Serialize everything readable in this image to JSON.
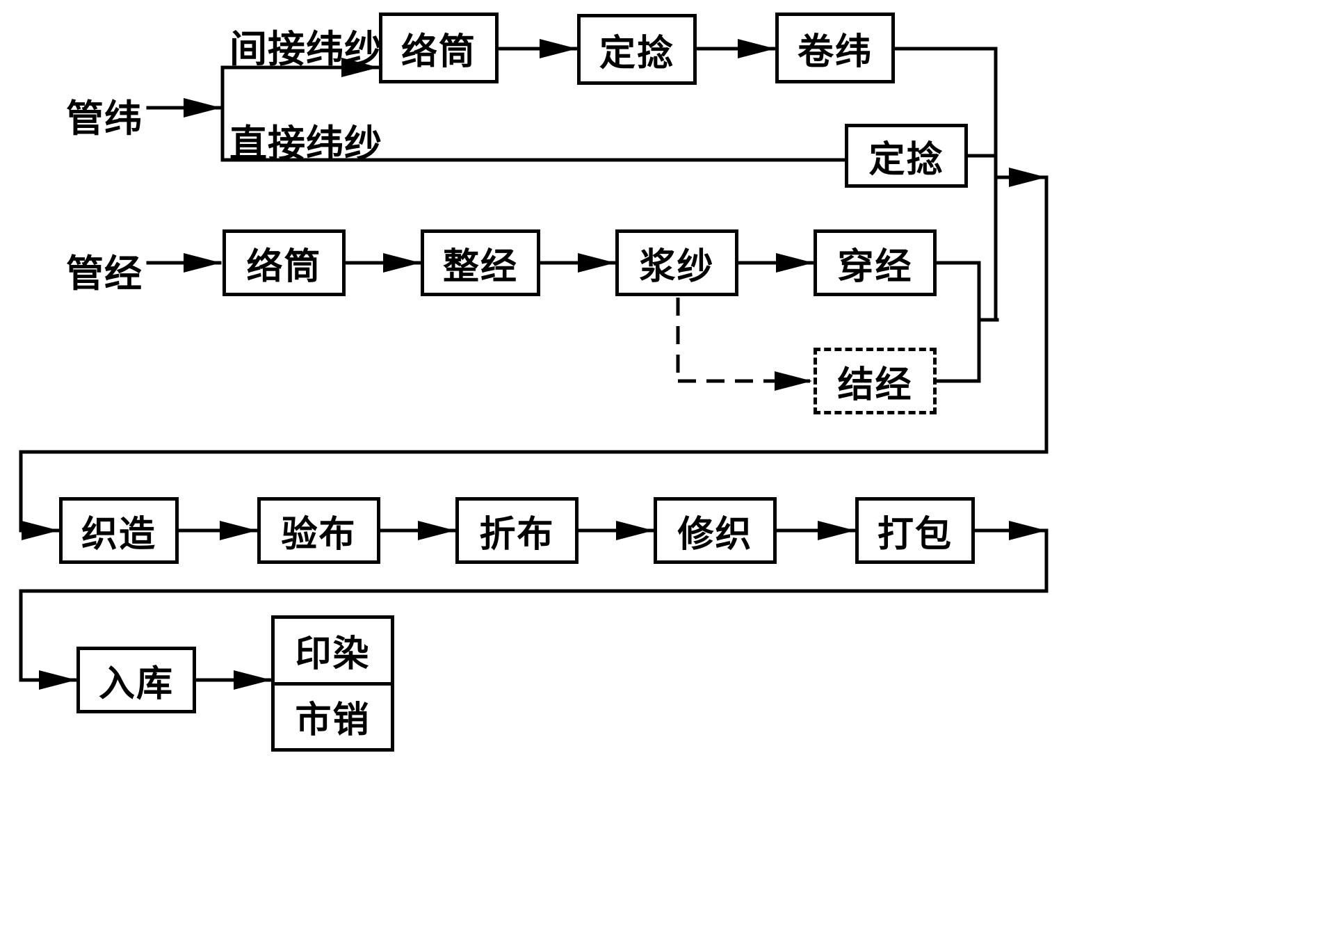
{
  "labels": {
    "tube_weft": "管纬",
    "tube_warp": "管经",
    "indirect_weft_yarn": "间接纬纱",
    "direct_weft_yarn": "直接纬纱"
  },
  "boxes": {
    "weft_winding": "络筒",
    "weft_twisting": "定捻",
    "weft_rewinding": "卷纬",
    "direct_twisting": "定捻",
    "warp_winding": "络筒",
    "warping": "整经",
    "sizing": "浆纱",
    "drawing_in": "穿经",
    "knotting": "结经",
    "weaving": "织造",
    "cloth_inspection": "验布",
    "cloth_folding": "折布",
    "mending": "修织",
    "packing": "打包",
    "warehousing": "入库",
    "printing_dyeing": "印染",
    "market_sale": "市销"
  },
  "colors": {
    "line": "#000000",
    "background": "#ffffff",
    "text": "#000000"
  }
}
